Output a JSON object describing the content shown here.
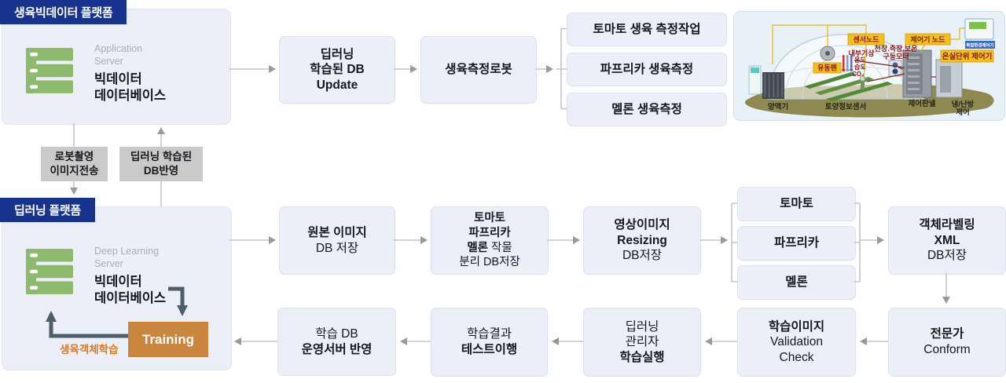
{
  "colors": {
    "header_blue": "#17338e",
    "box_fill": "#edeff8",
    "box_border": "#dde2f0",
    "gray_connector": "#c9c9c9",
    "server_green": "#8cbb6d",
    "training_orange": "#c8863e",
    "accent_orange_text": "#e2751d",
    "arrow_gray": "#9a9a9a",
    "arrow_dark": "#4d5e68",
    "greenhouse_label_yellow": "#f2c01e",
    "greenhouse_label_red_text": "#8a1616"
  },
  "platform_top": {
    "title": "생육빅데이터 플랫폼",
    "server_type_l1": "Application",
    "server_type_l2": "Server",
    "server_name_l1": "빅데이터",
    "server_name_l2": "데이터베이스"
  },
  "platform_bottom": {
    "title": "딥러닝 플랫폼",
    "server_type_l1": "Deep Learning",
    "server_type_l2": "Server",
    "server_name_l1": "빅데이터",
    "server_name_l2": "데이터베이스",
    "training": "Training",
    "training_caption": "생육객체학습"
  },
  "connectors": {
    "robot_upload_l1": "로봇촬영",
    "robot_upload_l2": "이미지전송",
    "db_reflect_l1": "딥러닝 학습된",
    "db_reflect_l2": "DB반영"
  },
  "row1": {
    "db_update": [
      "딥러닝",
      "학습된 DB",
      "Update"
    ],
    "robot": "생육측정로봇",
    "tasks": [
      "토마토 생육 측정작업",
      "파프리카 생육측정",
      "멜론 생육측정"
    ]
  },
  "row2": {
    "original_l1": "원본 이미지",
    "original_l2": "DB 저장",
    "split_l1": "토마토",
    "split_l2": "파프리카",
    "split_l3a": "멜론",
    "split_l3b": "작물",
    "split_l4": "분리 DB저장",
    "resize_l1": "영상이미지",
    "resize_l2": "Resizing",
    "resize_l3": "DB저장",
    "crops": [
      "토마토",
      "파프리카",
      "멜론"
    ],
    "label_l1": "객체라벨링",
    "label_l2": "XML",
    "label_l3": "DB저장"
  },
  "row3": {
    "expert_l1": "전문가",
    "expert_l2": "Conform",
    "valid_l1": "학습이미지",
    "valid_l2": "Validation",
    "valid_l3": "Check",
    "exec_l1": "딥러닝",
    "exec_l2": "관리자",
    "exec_l3": "학습실행",
    "test_l1": "학습결과",
    "test_l2": "테스트이행",
    "deploy_l1": "학습 DB",
    "deploy_l2": "운영서버 반영"
  },
  "greenhouse": {
    "sensor_node": "센서노드",
    "controller_node": "제어기 노드",
    "unit_controller": "온실단위 제어기",
    "fan": "유동팬",
    "indoor_weather": "내부기상",
    "motor_l1": "천장.측장.보온",
    "motor_l2": "구동모터",
    "temp": "온도",
    "humidity": "습도",
    "co2": "CO₂",
    "device_caption": "복합환경제어기",
    "nutrient_machine": "양액기",
    "soil_sensor": "토양정보센서",
    "control_panel": "제어판넬",
    "hvac_l1": "냉/난방",
    "hvac_l2": "제어"
  }
}
